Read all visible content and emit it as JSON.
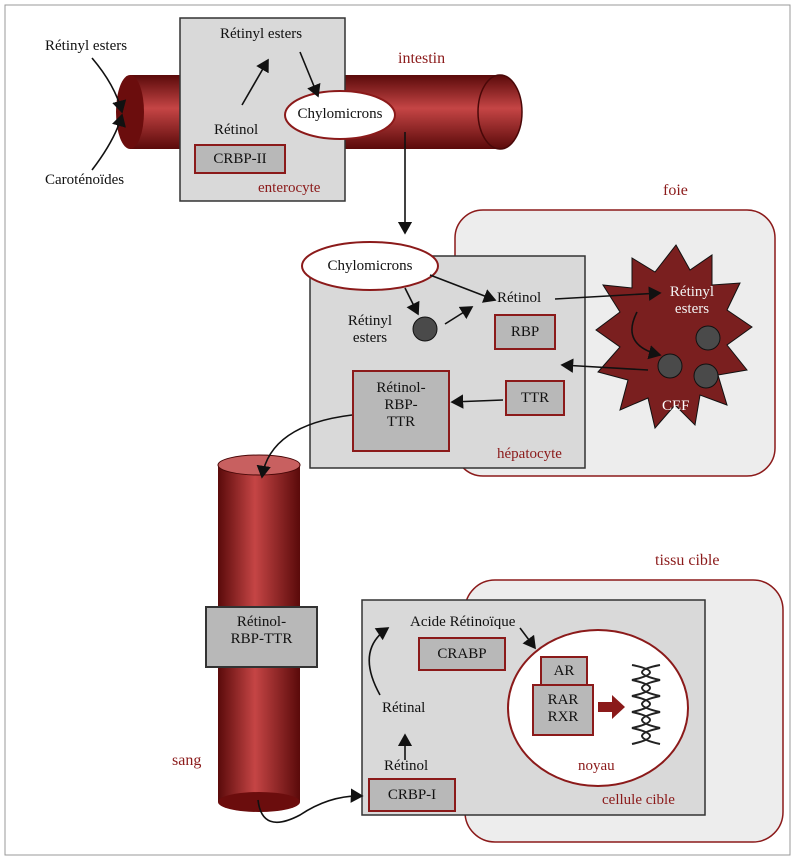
{
  "intestin": {
    "label": "intestin",
    "retinyl_esters_outside": "Rétinyl esters",
    "carotenoides": "Caroténoïdes",
    "retinyl_esters_inside": "Rétinyl esters",
    "retinol": "Rétinol",
    "crbp2": "CRBP-II",
    "chylomicrons": "Chylomicrons",
    "enterocyte": "enterocyte"
  },
  "foie": {
    "label": "foie",
    "chylomicrons": "Chylomicrons",
    "retinol": "Rétinol",
    "retinyl_esters_line1": "Rétinyl",
    "retinyl_esters_line2": "esters",
    "rbp": "RBP",
    "ttr": "TTR",
    "complex_line1": "Rétinol-",
    "complex_line2": "RBP-",
    "complex_line3": "TTR",
    "hepatocyte": "hépatocyte",
    "cef_esters_line1": "Rétinyl",
    "cef_esters_line2": "esters",
    "cef": "CEF"
  },
  "sang": {
    "label": "sang",
    "complex_line1": "Rétinol-",
    "complex_line2": "RBP-TTR"
  },
  "tissu": {
    "label": "tissu cible",
    "acide_retinoique": "Acide Rétinoïque",
    "crabp": "CRABP",
    "retinal": "Rétinal",
    "retinol": "Rétinol",
    "crbp1": "CRBP-I",
    "ar": "AR",
    "rar": "RAR",
    "rxr": "RXR",
    "noyau": "noyau",
    "cellule": "cellule cible"
  },
  "colors": {
    "vessel_dark": "#6b0d0d",
    "vessel_light": "#c84a4a",
    "accent_red": "#8b1a1a",
    "box_fill": "#b8b8b8",
    "cell_fill": "#d9d9d9",
    "organ_fill": "#ededed"
  }
}
